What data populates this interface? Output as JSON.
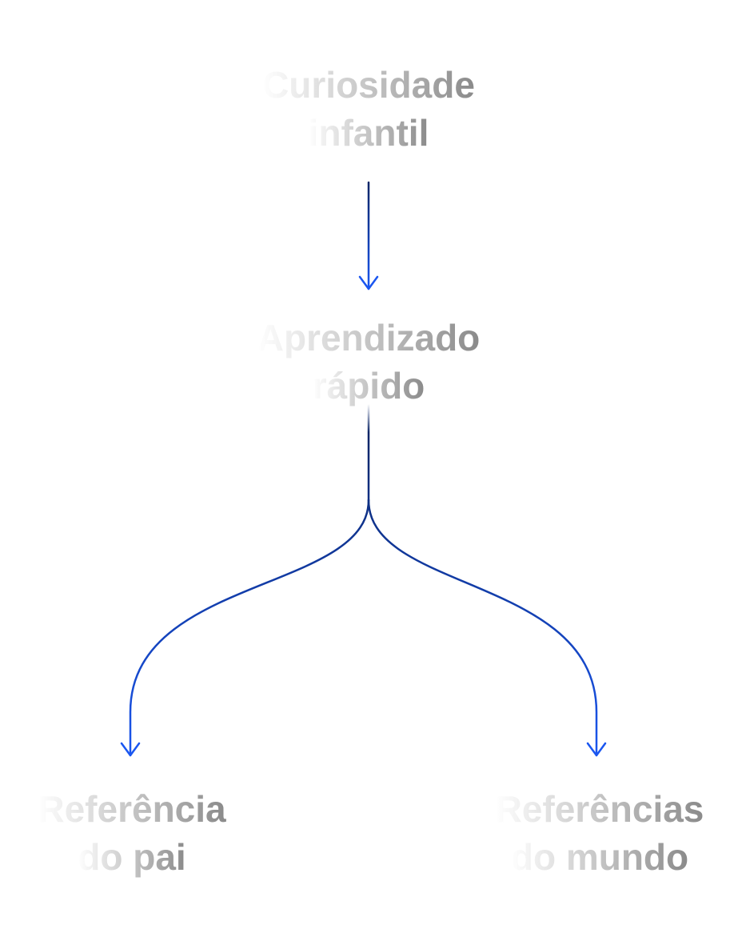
{
  "nodes": {
    "root": {
      "line1": "Curiosidade",
      "line2": "infantil"
    },
    "middle": {
      "line1": "Aprendizado",
      "line2": "rápido"
    },
    "left": {
      "line1": "Referência",
      "line2": "do pai"
    },
    "right": {
      "line1": "Referências",
      "line2": "do mundo"
    }
  },
  "colors": {
    "text_start": "#ffffff",
    "text_end": "#8a8a8a",
    "arrow_start": "#0b2566",
    "arrow_end": "#1a56f0"
  }
}
